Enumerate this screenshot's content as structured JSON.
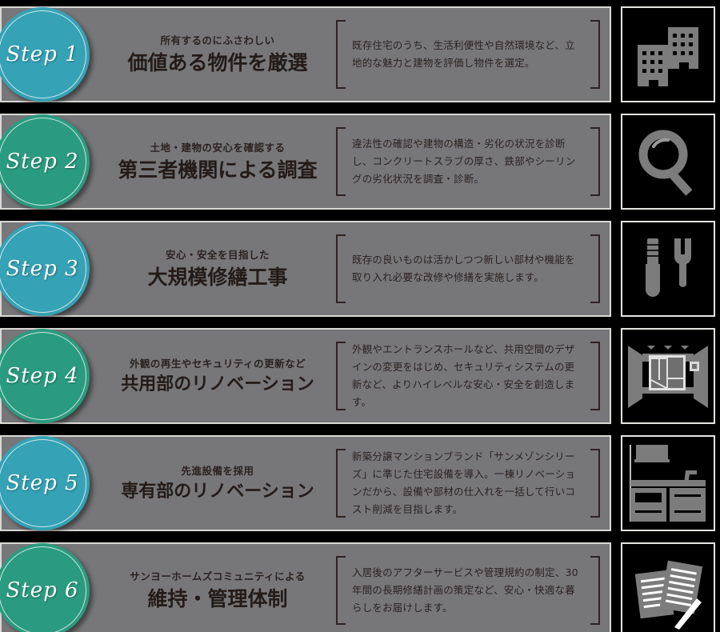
{
  "theme": {
    "background": "#000000",
    "band_background": "#77777a",
    "band_border": "#d9d9d6",
    "icon_panel_background": "#000000",
    "icon_panel_border": "#e3e3e0",
    "icon_color": "#7c7c7c",
    "text_dark": "#241b18",
    "bracket_color": "#2e2320",
    "circle_color_odd": "#35a2b5",
    "circle_color_even": "#2a9b80",
    "circle_text": "#ffffff"
  },
  "steps": [
    {
      "badge": "Step 1",
      "badge_color": "#35a2b5",
      "lead": "所有するのにふさわしい",
      "headline": "価値ある物件を厳選",
      "description": "既存住宅のうち、生活利便性や自然環境など、立地的な魅力と建物を評価し物件を選定。",
      "icon_name": "buildings-icon"
    },
    {
      "badge": "Step 2",
      "badge_color": "#2a9b80",
      "lead": "土地・建物の安心を確認する",
      "headline": "第三者機関による調査",
      "description": "違法性の確認や建物の構造・劣化の状況を診断し、コンクリートスラブの厚さ、鉄部やシーリングの劣化状況を調査・診断。",
      "icon_name": "magnifier-icon"
    },
    {
      "badge": "Step 3",
      "badge_color": "#35a2b5",
      "lead": "安心・安全を目指した",
      "headline": "大規模修繕工事",
      "description": "既存の良いものは活かしつつ新しい部材や機能を取り入れ必要な改修や修繕を実施します。",
      "icon_name": "tools-icon"
    },
    {
      "badge": "Step 4",
      "badge_color": "#2a9b80",
      "lead": "外観の再生やセキュリティの更新など",
      "headline": "共用部のリノベーション",
      "description": "外観やエントランスホールなど、共用空間のデザインの変更をはじめ、セキュリティシステムの更新など、よりハイレベルな安心・安全を創造します。",
      "icon_name": "entrance-icon"
    },
    {
      "badge": "Step 5",
      "badge_color": "#35a2b5",
      "lead": "先進設備を採用",
      "headline": "専有部のリノベーション",
      "description": "新築分譲マンションブランド「サンメゾンシリーズ」に準じた住宅設備を導入。一棟リノベーションだから、設備や部材の仕入れを一括して行いコスト削減を目指します。",
      "icon_name": "kitchen-icon"
    },
    {
      "badge": "Step 6",
      "badge_color": "#2a9b80",
      "lead": "サンヨーホームズコミュニティによる",
      "headline": "維持・管理体制",
      "description": "入居後のアフターサービスや管理規約の制定、30年間の長期修繕計画の策定など、安心・快適な暮らしをお届けします。",
      "icon_name": "documents-icon"
    }
  ]
}
